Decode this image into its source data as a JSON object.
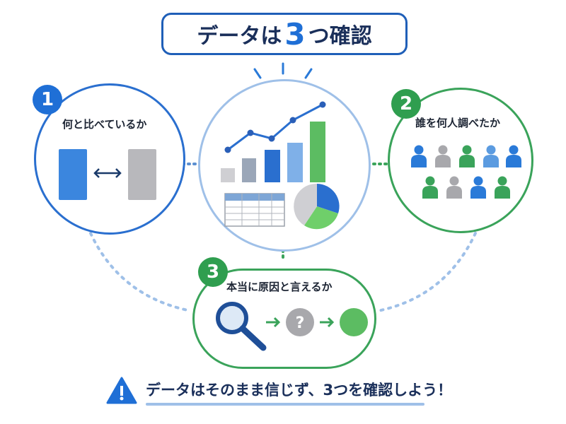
{
  "title": {
    "pre": "データは",
    "num": "3",
    "post": "つ確認"
  },
  "items": [
    {
      "number": "1",
      "label": "何と比べているか"
    },
    {
      "number": "2",
      "label": "誰を何人調べたか"
    },
    {
      "number": "3",
      "label": "本当に原因と言えるか"
    }
  ],
  "question_mark": "?",
  "footer": {
    "message": "データはそのまま信じず、3つを確認しよう！"
  },
  "colors": {
    "blue": "#1f6fd6",
    "green": "#3aa35a",
    "gray": "#b8b8bc",
    "navy": "#1a2f5a"
  },
  "icons": [
    "magnifier-icon",
    "question-icon",
    "warning-icon",
    "person-icon",
    "arrow-icon"
  ]
}
